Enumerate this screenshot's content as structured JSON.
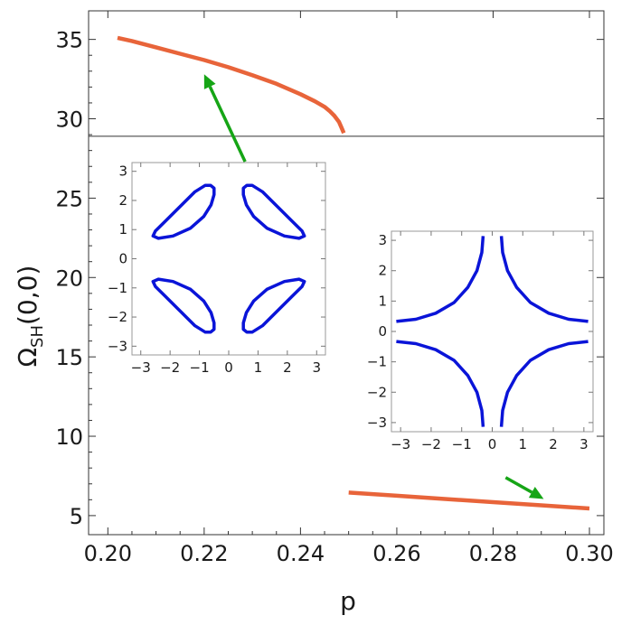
{
  "chart_data": {
    "type": "line",
    "xlabel": "p",
    "ylabel": {
      "base": "Ω",
      "sub": "SH",
      "args": "(0,0)"
    },
    "xlim": [
      0.196,
      0.303
    ],
    "ylim": [
      3.8,
      36.8
    ],
    "xticks": [
      0.2,
      0.22,
      0.24,
      0.26,
      0.28,
      0.3
    ],
    "xtick_labels": [
      "0.20",
      "0.22",
      "0.24",
      "0.26",
      "0.28",
      "0.30"
    ],
    "yticks": [
      5,
      10,
      15,
      20,
      25,
      30,
      35
    ],
    "ytick_labels": [
      "5",
      "10",
      "15",
      "20",
      "25",
      "30",
      "35"
    ],
    "grid": false,
    "threshold_line_y": 28.9,
    "series": [
      {
        "color": "#e8643a",
        "x": [
          0.202,
          0.205,
          0.21,
          0.215,
          0.22,
          0.225,
          0.23,
          0.235,
          0.24,
          0.243,
          0.245,
          0.246,
          0.247,
          0.248,
          0.2485,
          0.249
        ],
        "y": [
          35.1,
          34.9,
          34.5,
          34.1,
          33.7,
          33.25,
          32.75,
          32.2,
          31.55,
          31.1,
          30.75,
          30.5,
          30.2,
          29.8,
          29.45,
          29.1
        ]
      },
      {
        "color": "#e8643a",
        "x": [
          0.25,
          0.26,
          0.27,
          0.28,
          0.29,
          0.3
        ],
        "y": [
          6.45,
          6.25,
          6.05,
          5.85,
          5.65,
          5.45
        ]
      }
    ],
    "arrows": [
      {
        "color": "#16a516",
        "from": [
          0.2285,
          27.3
        ],
        "to": [
          0.22,
          32.8
        ]
      },
      {
        "color": "#16a516",
        "from": [
          0.2826,
          7.4
        ],
        "to": [
          0.2905,
          6.05
        ]
      }
    ],
    "insets": [
      {
        "xticks": [
          -3,
          -2,
          -1,
          0,
          1,
          2,
          3
        ],
        "xtick_labels": [
          "−3",
          "−2",
          "−1",
          "0",
          "1",
          "2",
          "3"
        ],
        "yticks": [
          -3,
          -2,
          -1,
          0,
          1,
          2,
          3
        ],
        "ytick_labels": [
          "−3",
          "−2",
          "−1",
          "0",
          "1",
          "2",
          "3"
        ],
        "lim": [
          -3.3,
          3.3
        ],
        "curve_color": "#0a14d8",
        "shape": "closed_lobes",
        "lobes": [
          [
            [
              -0.62,
              2.52
            ],
            [
              -0.5,
              2.42
            ],
            [
              -0.5,
              2.2
            ],
            [
              -0.6,
              1.85
            ],
            [
              -0.85,
              1.45
            ],
            [
              -1.3,
              1.05
            ],
            [
              -1.9,
              0.78
            ],
            [
              -2.4,
              0.7
            ],
            [
              -2.58,
              0.78
            ],
            [
              -2.5,
              0.95
            ],
            [
              -2.15,
              1.3
            ],
            [
              -1.65,
              1.8
            ],
            [
              -1.15,
              2.3
            ],
            [
              -0.8,
              2.52
            ]
          ],
          [
            [
              0.62,
              2.52
            ],
            [
              0.5,
              2.42
            ],
            [
              0.5,
              2.2
            ],
            [
              0.6,
              1.85
            ],
            [
              0.85,
              1.45
            ],
            [
              1.3,
              1.05
            ],
            [
              1.9,
              0.78
            ],
            [
              2.4,
              0.7
            ],
            [
              2.58,
              0.78
            ],
            [
              2.5,
              0.95
            ],
            [
              2.15,
              1.3
            ],
            [
              1.65,
              1.8
            ],
            [
              1.15,
              2.3
            ],
            [
              0.8,
              2.52
            ]
          ],
          [
            [
              -0.62,
              -2.52
            ],
            [
              -0.5,
              -2.42
            ],
            [
              -0.5,
              -2.2
            ],
            [
              -0.6,
              -1.85
            ],
            [
              -0.85,
              -1.45
            ],
            [
              -1.3,
              -1.05
            ],
            [
              -1.9,
              -0.78
            ],
            [
              -2.4,
              -0.7
            ],
            [
              -2.58,
              -0.78
            ],
            [
              -2.5,
              -0.95
            ],
            [
              -2.15,
              -1.3
            ],
            [
              -1.65,
              -1.8
            ],
            [
              -1.15,
              -2.3
            ],
            [
              -0.8,
              -2.52
            ]
          ],
          [
            [
              0.62,
              -2.52
            ],
            [
              0.5,
              -2.42
            ],
            [
              0.5,
              -2.2
            ],
            [
              0.6,
              -1.85
            ],
            [
              0.85,
              -1.45
            ],
            [
              1.3,
              -1.05
            ],
            [
              1.9,
              -0.78
            ],
            [
              2.4,
              -0.7
            ],
            [
              2.58,
              -0.78
            ],
            [
              2.5,
              -0.95
            ],
            [
              2.15,
              -1.3
            ],
            [
              1.65,
              -1.8
            ],
            [
              1.15,
              -2.3
            ],
            [
              0.8,
              -2.52
            ]
          ]
        ]
      },
      {
        "xticks": [
          -3,
          -2,
          -1,
          0,
          1,
          2,
          3
        ],
        "xtick_labels": [
          "−3",
          "−2",
          "−1",
          "0",
          "1",
          "2",
          "3"
        ],
        "yticks": [
          -3,
          -2,
          -1,
          0,
          1,
          2,
          3
        ],
        "ytick_labels": [
          "−3",
          "−2",
          "−1",
          "0",
          "1",
          "2",
          "3"
        ],
        "lim": [
          -3.3,
          3.3
        ],
        "curve_color": "#0a14d8",
        "shape": "open_arcs",
        "arcs": [
          [
            [
              -0.3,
              3.14
            ],
            [
              -0.34,
              2.6
            ],
            [
              -0.5,
              2.0
            ],
            [
              -0.8,
              1.45
            ],
            [
              -1.25,
              0.95
            ],
            [
              -1.85,
              0.6
            ],
            [
              -2.5,
              0.4
            ],
            [
              -3.14,
              0.33
            ]
          ],
          [
            [
              0.3,
              3.14
            ],
            [
              0.34,
              2.6
            ],
            [
              0.5,
              2.0
            ],
            [
              0.8,
              1.45
            ],
            [
              1.25,
              0.95
            ],
            [
              1.85,
              0.6
            ],
            [
              2.5,
              0.4
            ],
            [
              3.14,
              0.33
            ]
          ],
          [
            [
              -0.3,
              -3.14
            ],
            [
              -0.34,
              -2.6
            ],
            [
              -0.5,
              -2.0
            ],
            [
              -0.8,
              -1.45
            ],
            [
              -1.25,
              -0.95
            ],
            [
              -1.85,
              -0.6
            ],
            [
              -2.5,
              -0.4
            ],
            [
              -3.14,
              -0.33
            ]
          ],
          [
            [
              0.3,
              -3.14
            ],
            [
              0.34,
              -2.6
            ],
            [
              0.5,
              -2.0
            ],
            [
              0.8,
              -1.45
            ],
            [
              1.25,
              -0.95
            ],
            [
              1.85,
              -0.6
            ],
            [
              2.5,
              -0.4
            ],
            [
              3.14,
              -0.33
            ]
          ]
        ]
      }
    ]
  }
}
